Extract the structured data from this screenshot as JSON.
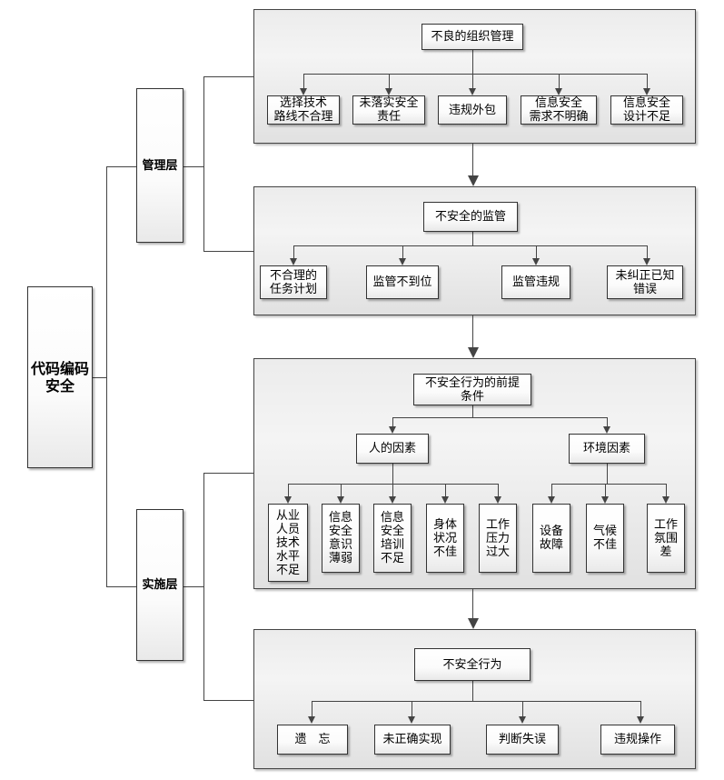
{
  "root": {
    "label": "代码编码\n安全"
  },
  "layers": [
    {
      "label": "管理层"
    },
    {
      "label": "实施层"
    }
  ],
  "groups": [
    {
      "title": "不良的组织管理",
      "items": [
        "选择技术\n路线不合理",
        "未落实安全\n责任",
        "违规外包",
        "信息安全\n需求不明确",
        "信息安全\n设计不足"
      ]
    },
    {
      "title": "不安全的监管",
      "items": [
        "不合理的\n任务计划",
        "监管不到位",
        "监管违规",
        "未纠正已知\n错误"
      ]
    },
    {
      "title": "不安全行为的前提\n条件",
      "subgroups": [
        {
          "title": "人的因素",
          "items": [
            "从业\n人员\n技术\n水平\n不足",
            "信息\n安全\n意识\n薄弱",
            "信息\n安全\n培训\n不足",
            "身体\n状况\n不佳",
            "工作\n压力\n过大"
          ]
        },
        {
          "title": "环境因素",
          "items": [
            "设备\n故障",
            "气候\n不佳",
            "工作\n氛围\n差"
          ]
        }
      ]
    },
    {
      "title": "不安全行为",
      "items": [
        "遗　忘",
        "未正确实现",
        "判断失误",
        "违规操作"
      ]
    }
  ],
  "colors": {
    "line": "#444444",
    "border": "#333333",
    "panel_top": "#ececec",
    "panel_bottom": "#e1e1e1"
  }
}
